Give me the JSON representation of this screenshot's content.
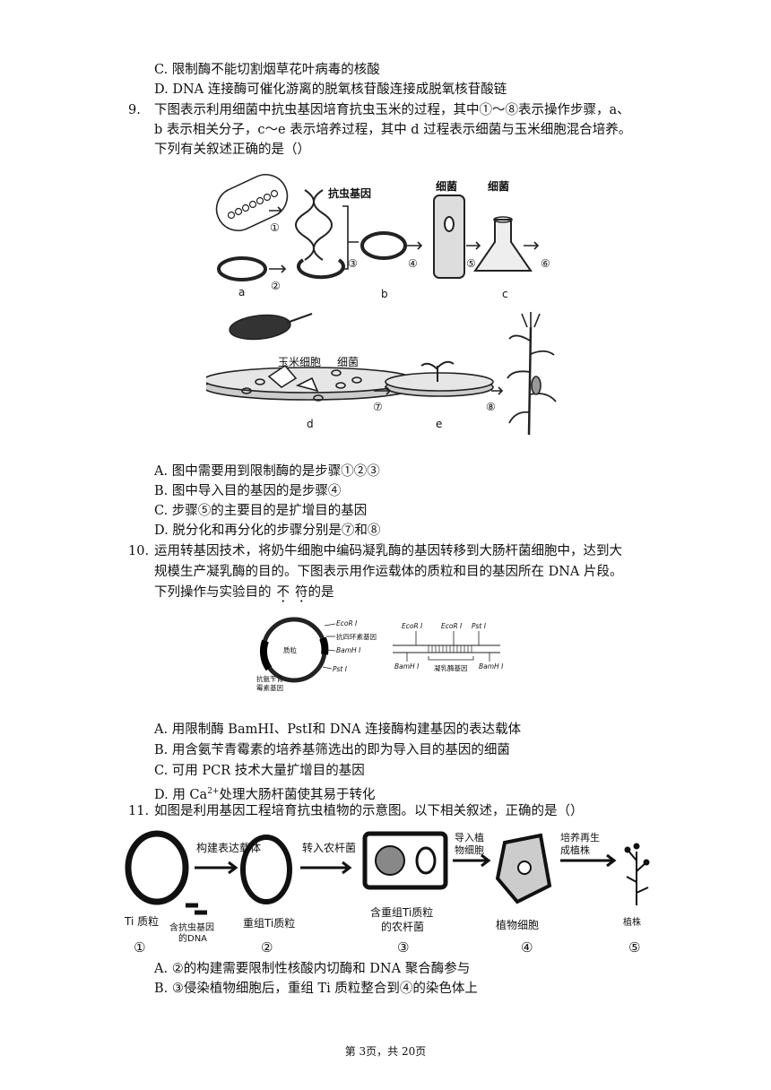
{
  "top_options": [
    {
      "letter": "C.",
      "text": "限制酶不能切割烟草花叶病毒的核酸"
    },
    {
      "letter": "D.",
      "text": "DNA 连接酶可催化游离的脱氧核苷酸连接成脱氧核苷酸链"
    }
  ],
  "q9": {
    "num": "9.",
    "line1": "下图表示利用细菌中抗虫基因培育抗虫玉米的过程，其中①～⑧表示操作步骤，a、",
    "line2": "b 表示相关分子，c～e 表示培养过程，其中 d 过程表示细菌与玉米细胞混合培养。",
    "line3": "下列有关叙述正确的是（）",
    "fig": {
      "gene_label": "抗虫基因",
      "bacteria1": "细菌",
      "bacteria2": "细菌",
      "maize_cell": "玉米细胞",
      "bacteria3": "细菌",
      "a": "a",
      "b": "b",
      "c": "c",
      "d": "d",
      "e": "e",
      "s1": "①",
      "s2": "②",
      "s3": "③",
      "s4": "④",
      "s5": "⑤",
      "s6": "⑥",
      "s7": "⑦",
      "s8": "⑧"
    },
    "options": [
      {
        "letter": "A.",
        "text": "图中需要用到限制酶的是步骤①②③"
      },
      {
        "letter": "B.",
        "text": "图中导入目的基因的是步骤④"
      },
      {
        "letter": "C.",
        "text": "步骤⑤的主要目的是扩增目的基因"
      },
      {
        "letter": "D.",
        "text": "脱分化和再分化的步骤分别是⑦和⑧"
      }
    ]
  },
  "q10": {
    "num": "10.",
    "line1": "运用转基因技术，将奶牛细胞中编码凝乳酶的基因转移到大肠杆菌细胞中，达到大",
    "line2": "规模生产凝乳酶的目的。下图表示用作运载体的质粒和目的基因所在 DNA 片段。",
    "line3_pre": "下列操作与实验目的",
    "line3_em1": "不",
    "line3_em2": "符",
    "line3_post": "的是",
    "fig": {
      "plasmid": "质粒",
      "ecori": "EcoR Ⅰ",
      "tet": "抗四环素基因",
      "bamhi": "BamH Ⅰ",
      "psti": "Pst Ⅰ",
      "amp1": "抗氨苄青",
      "amp2": "霉素基因",
      "ecori_a": "EcoR Ⅰ",
      "ecori_b": "EcoR Ⅰ",
      "psti_b": "Pst Ⅰ",
      "bamhi_a": "BamH Ⅰ",
      "bamhi_b": "BamH Ⅰ",
      "rennin": "凝乳酶基因"
    },
    "options": [
      {
        "letter": "A.",
        "text": "用限制酶 BamHⅠ、PstⅠ和 DNA 连接酶构建基因的表达载体"
      },
      {
        "letter": "B.",
        "text": "用含氨苄青霉素的培养基筛选出的即为导入目的基因的细菌"
      },
      {
        "letter": "C.",
        "text": "可用 PCR 技术大量扩增目的基因"
      },
      {
        "letter": "D.",
        "pre": "用 Ca",
        "sup": "2+",
        "post": "处理大肠杆菌使其易于转化"
      }
    ]
  },
  "q11": {
    "num": "11.",
    "line1": "如图是利用基因工程培育抗虫植物的示意图。以下相关叙述，正确的是（）",
    "fig": {
      "arrow1": "构建表达载体",
      "arrow2": "转入农杆菌",
      "arrow3a": "导入植",
      "arrow3b": "物细胞",
      "arrow4a": "培养再生",
      "arrow4b": "成植株",
      "ti": "Ti 质粒",
      "gene1": "含抗虫基因",
      "gene2": "的DNA",
      "rec": "重组Ti质粒",
      "agro1": "含重组Ti质粒",
      "agro2": "的农杆菌",
      "cell": "植物细胞",
      "plant": "植株",
      "n1": "①",
      "n2": "②",
      "n3": "③",
      "n4": "④",
      "n5": "⑤"
    },
    "options": [
      {
        "letter": "A.",
        "text": "②的构建需要限制性核酸内切酶和 DNA 聚合酶参与"
      },
      {
        "letter": "B.",
        "text": "③侵染植物细胞后，重组 Ti 质粒整合到④的染色体上"
      }
    ]
  },
  "footer": "第 3页，共 20页"
}
